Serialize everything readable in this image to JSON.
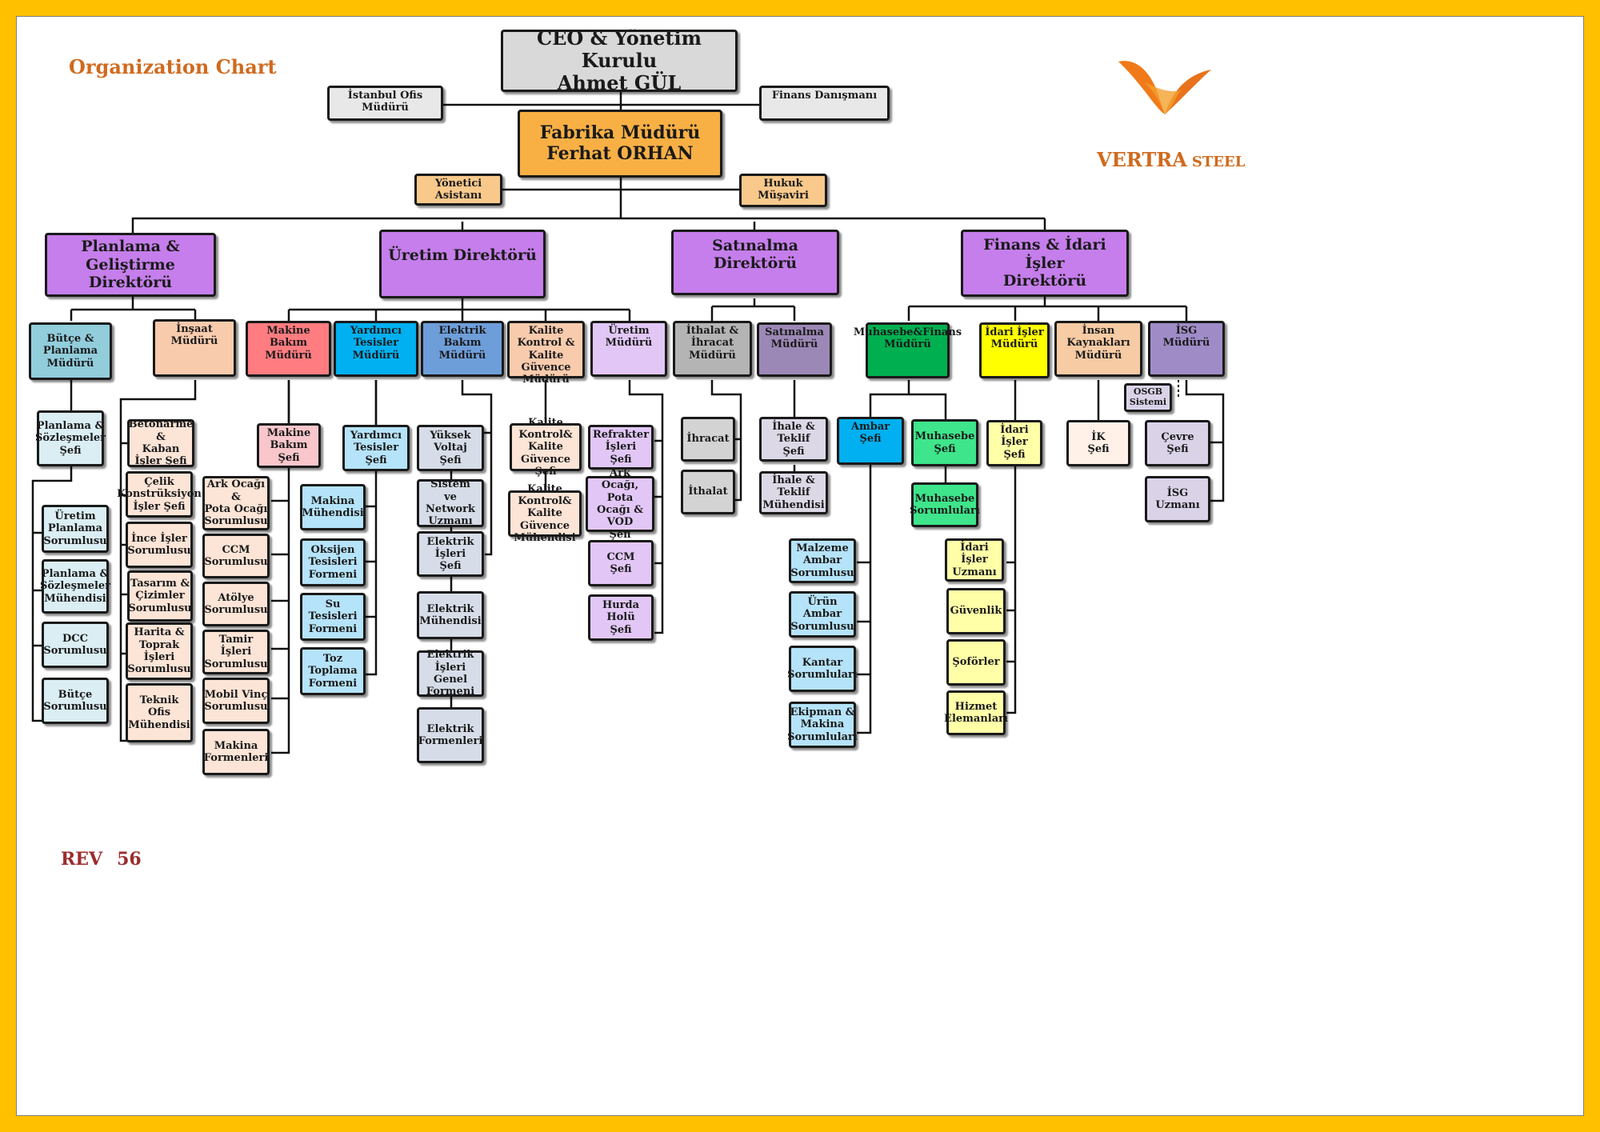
{
  "title": "Organization Chart",
  "rev": {
    "label": "REV",
    "number": "56"
  },
  "brand": {
    "name": "VERTRA",
    "suffix": "STEEL"
  },
  "ceo": "CEO & Yönetim Kurulu\nAhmet GÜL",
  "istanbul": "İstanbul Ofis Müdürü",
  "finans_danisman": "Finans Danışmanı",
  "fabrika": "Fabrika Müdürü\nFerhat ORHAN",
  "asistan": "Yönetici Asistanı",
  "hukuk": "Hukuk Müşaviri",
  "directors": {
    "planlama": "Planlama & Geliştirme\nDirektörü",
    "uretim": "Üretim Direktörü",
    "satinalma": "Satınalma\nDirektörü",
    "finans": "Finans & İdari İşler\nDirektörü"
  },
  "managers": {
    "butce": "Bütçe & Planlama\nMüdürü",
    "insaat": "İnşaat\nMüdürü",
    "makine": "Makine Bakım\nMüdürü",
    "yardimci": "Yardımcı Tesisler\nMüdürü",
    "elektrik": "Elektrik Bakım\nMüdürü",
    "kalite": "Kalite Kontrol &\nKalite Güvence\nMüdürü",
    "uretim_mudur": "Üretim\nMüdürü",
    "ithalat": "İthalat & İhracat\nMüdürü",
    "satinalma_mudur": "Satınalma\nMüdürü",
    "muhasebe": "Muhasebe&Finans\nMüdürü",
    "idari": "İdari İşler\nMüdürü",
    "ik": "İnsan Kaynakları\nMüdürü",
    "isg": "İSG\nMüdürü"
  },
  "butce_items": {
    "sefi": "Planlama &\nSözleşmeler\nŞefi",
    "list": [
      "Üretim Planlama\nSorumlusu",
      "Planlama &\nSözleşmeler\nMühendisi",
      "DCC\nSorumlusu",
      "Bütçe\nSorumlusu"
    ]
  },
  "insaat_items": [
    "Betonarme &\nKaban İşler Şefi",
    "Çelik\nKonstrüksiyon\nİşler Şefi",
    "İnce İşler\nSorumlusu",
    "Tasarım &\nÇizimler\nSorumlusu",
    "Harita &\nToprak İşleri\nSorumlusu",
    "Teknik Ofis\nMühendisi"
  ],
  "makine_items": {
    "sefi": "Makine Bakım\nŞefi",
    "list": [
      "Ark Ocağı &\nPota Ocağı\nSorumlusu",
      "CCM\nSorumlusu",
      "Atölye\nSorumlusu",
      "Tamir İşleri\nSorumlusu",
      "Mobil Vinç\nSorumlusu",
      "Makina\nFormenleri"
    ]
  },
  "yardimci_items": {
    "sefi": "Yardımcı\nTesisler\nŞefi",
    "list": [
      "Makina\nMühendisi",
      "Oksijen\nTesisleri\nFormeni",
      "Su Tesisleri\nFormeni",
      "Toz Toplama\nFormeni"
    ]
  },
  "elektrik_items": [
    "Yüksek Voltaj\nŞefi",
    "Sistem ve\nNetwork\nUzmanı",
    "Elektrik İşleri\nŞefi",
    "Elektrik\nMühendisi",
    "Elektrik İşleri\nGenel\nFormeni",
    "Elektrik\nFormenleri"
  ],
  "kalite_items": [
    "Kalite Kontrol&\nKalite Güvence\nŞefi",
    "Kalite Kontrol&\nKalite Güvence\nMühendisi"
  ],
  "uretim_items": [
    "Refrakter İşleri\nŞefi",
    "Ark Ocağı, Pota\nOcağı & VOD\nŞefi",
    "CCM\nŞefi",
    "Hurda Holü\nŞefi"
  ],
  "ithalat_items": [
    "İhracat",
    "İthalat"
  ],
  "satinalma_items": [
    "İhale & Teklif\nŞefi",
    "İhale & Teklif\nMühendisi"
  ],
  "ambar": {
    "sefi": "Ambar\nŞefi",
    "list": [
      "Malzeme\nAmbar\nSorumlusu",
      "Ürün\nAmbar\nSorumlusu",
      "Kantar\nSorumluları",
      "Ekipman &\nMakina\nSorumluları"
    ]
  },
  "muhasebe_items": {
    "sefi": "Muhasebe\nŞefi",
    "sorumlu": "Muhasebe\nSorumluları"
  },
  "idari_items": {
    "sefi": "İdari İşler\nŞefi",
    "list": [
      "İdari İşler\nUzmanı",
      "Güvenlik",
      "Şoförler",
      "Hizmet\nElemanları"
    ]
  },
  "ik_items": {
    "sefi": "İK\nŞefi"
  },
  "isg_items": {
    "osgb": "OSGB\nSistemi",
    "cevre": "Çevre\nŞefi",
    "uzman": "İSG\nUzmanı"
  },
  "colors": {
    "frame": "#FFC000",
    "title": "#D06A1E",
    "rev": "#9B2D2D",
    "director": "#C57EEB",
    "factory": "#F8B045"
  }
}
